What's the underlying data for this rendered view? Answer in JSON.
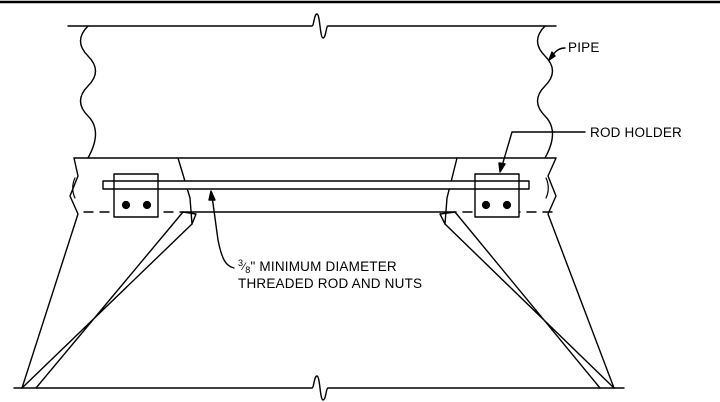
{
  "labels": {
    "pipe": "PIPE",
    "rod_holder": "ROD HOLDER",
    "fraction_numerator": "3",
    "fraction_denominator": "8",
    "rod_line1_rest": "\"  MINIMUM DIAMETER",
    "rod_line2": "THREADED ROD AND NUTS"
  },
  "colors": {
    "line": "#000000",
    "background": "#ffffff"
  }
}
